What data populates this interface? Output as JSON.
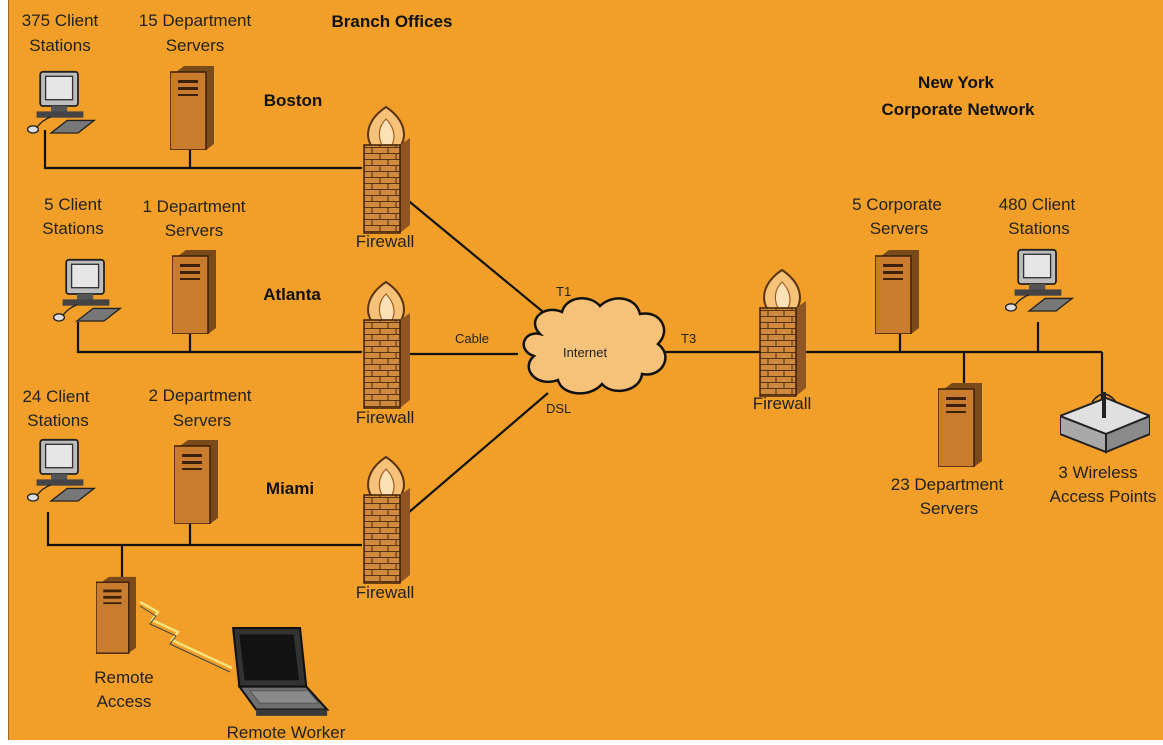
{
  "colors": {
    "background": "#f19f28",
    "server": "#c97c2e",
    "brick": "#d08a40",
    "flame": "#f6c27a",
    "line": "#111111"
  },
  "titles": {
    "branch": "Branch Offices",
    "ny_line1": "New York",
    "ny_line2": "Corporate Network"
  },
  "boston": {
    "city": "Boston",
    "clients_l1": "375 Client",
    "clients_l2": "Stations",
    "servers_l1": "15 Department",
    "servers_l2": "Servers",
    "firewall": "Firewall"
  },
  "atlanta": {
    "city": "Atlanta",
    "clients_l1": "5 Client",
    "clients_l2": "Stations",
    "servers_l1": "1 Department",
    "servers_l2": "Servers",
    "firewall": "Firewall"
  },
  "miami": {
    "city": "Miami",
    "clients_l1": "24 Client",
    "clients_l2": "Stations",
    "servers_l1": "2 Department",
    "servers_l2": "Servers",
    "firewall": "Firewall",
    "remote_l1": "Remote",
    "remote_l2": "Access",
    "worker": "Remote Worker"
  },
  "links": {
    "t1": "T1",
    "cable": "Cable",
    "dsl": "DSL",
    "t3": "T3"
  },
  "internet": "Internet",
  "newyork": {
    "firewall": "Firewall",
    "corp_l1": "5 Corporate",
    "corp_l2": "Servers",
    "clients_l1": "480 Client",
    "clients_l2": "Stations",
    "dept_l1": "23 Department",
    "dept_l2": "Servers",
    "wap_l1": "3 Wireless",
    "wap_l2": "Access Points"
  },
  "icons": [
    "computer-icon",
    "server-icon",
    "firewall-icon",
    "cloud-icon",
    "laptop-icon",
    "wireless-access-point-icon"
  ]
}
